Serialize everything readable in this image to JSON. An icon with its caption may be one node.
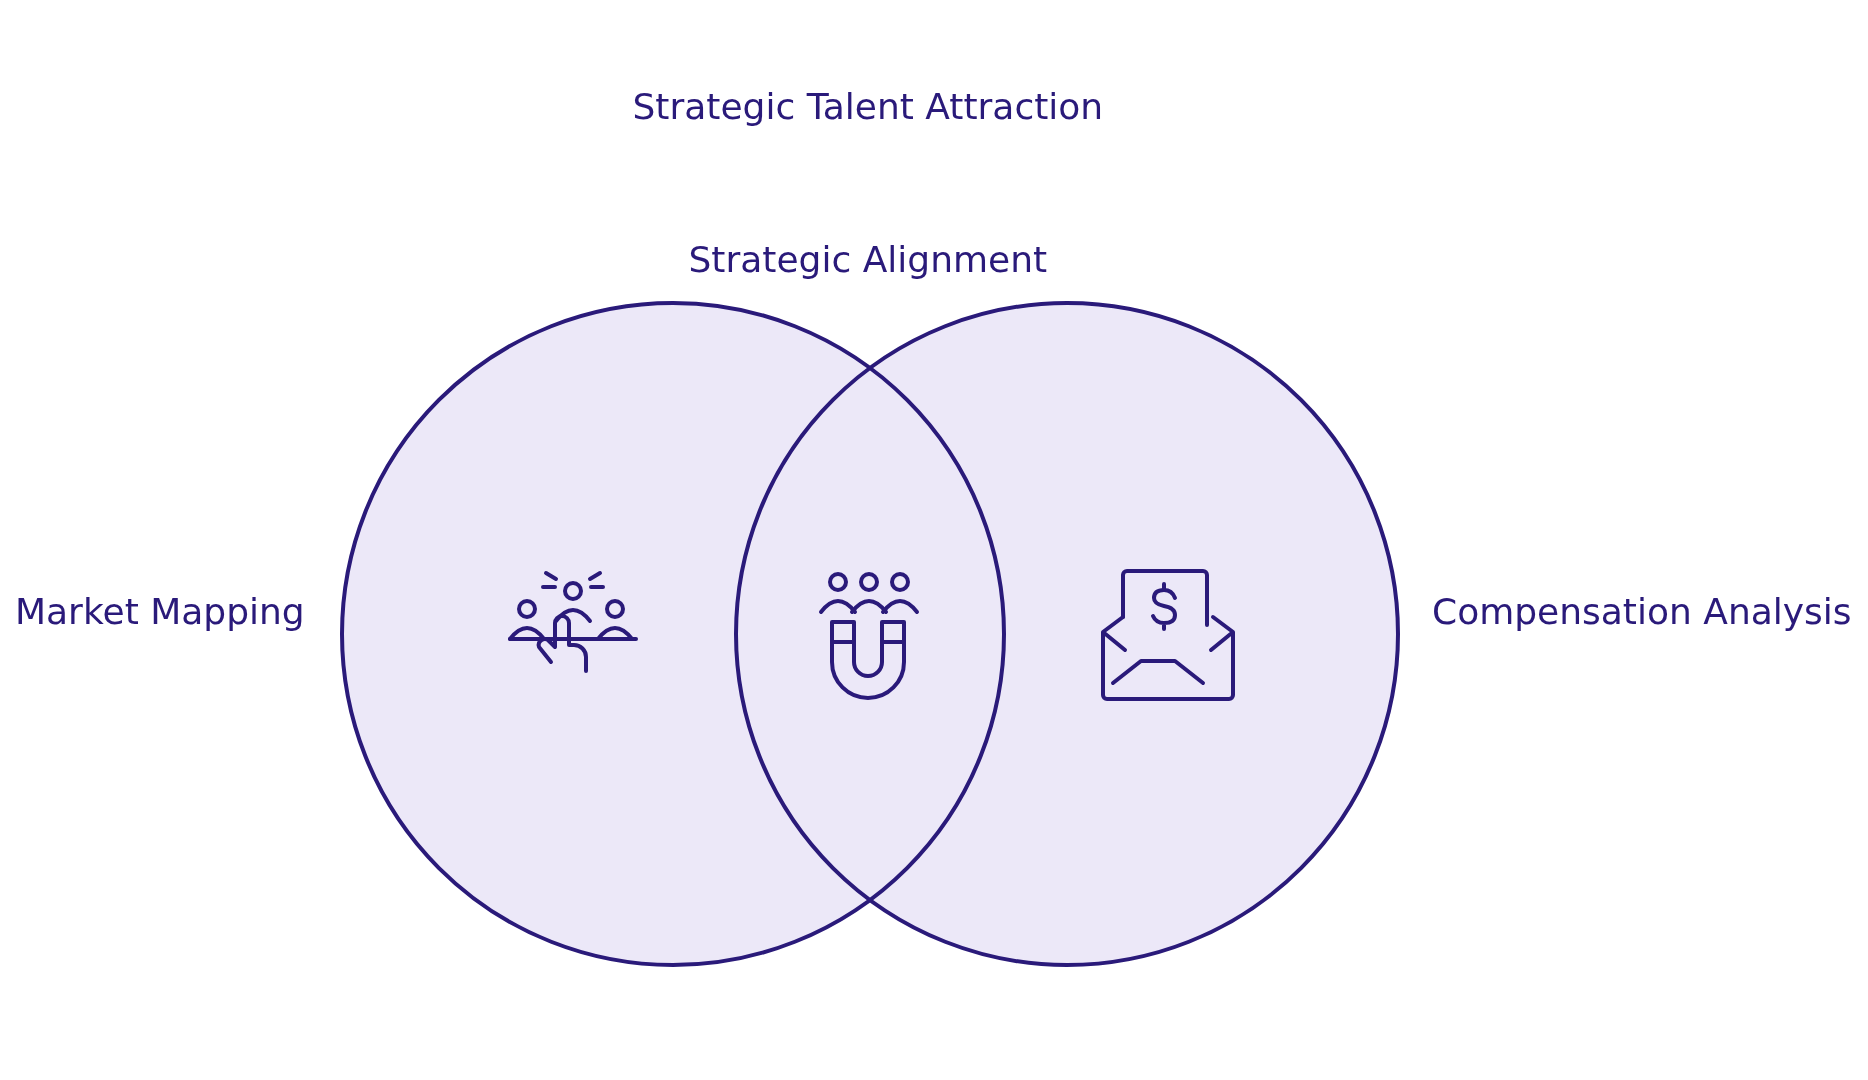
{
  "diagram": {
    "title": "Strategic Talent Attraction",
    "nodes": [
      {
        "text": [
          "Market Mapping"
        ]
      },
      {
        "text": [
          "Compensation Analysis"
        ]
      }
    ],
    "labels": [
      "Strategic Alignment"
    ]
  }
}
